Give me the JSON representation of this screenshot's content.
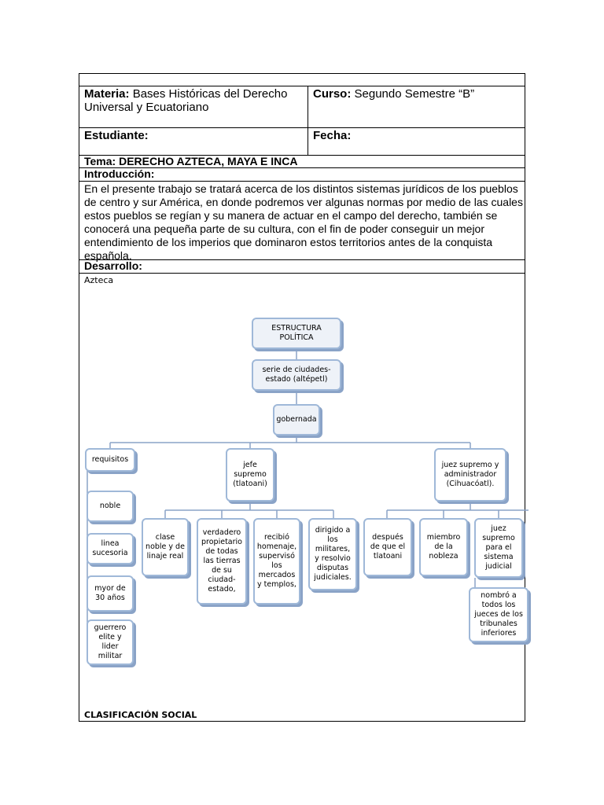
{
  "header": {
    "materia_label": "Materia:",
    "materia_value": " Bases Históricas del Derecho Universal y Ecuatoriano",
    "curso_label": "Curso:",
    "curso_value": " Segundo Semestre “B”",
    "estudiante_label": "Estudiante:",
    "fecha_label": "Fecha:"
  },
  "tema": "Tema: DERECHO AZTECA, MAYA E INCA",
  "introduccion": {
    "heading": "Introducción:",
    "text": "En el presente trabajo se tratará acerca de los distintos sistemas jurídicos de los pueblos de centro y sur América, en donde podremos ver algunas normas por medio de las cuales estos pueblos se regían y su manera de actuar en el campo del derecho, también se conocerá una pequeña parte de su cultura, con el fin de poder conseguir un mejor entendimiento de los imperios que dominaron estos territorios antes de la conquista española."
  },
  "desarrollo": {
    "heading": "Desarrollo:",
    "section_label": "Azteca",
    "footer_label": "CLASIFICACIÓN SOCIAL"
  },
  "diagram": {
    "root": "ESTRUCTURA POLÍTICA",
    "level1": "serie de ciudades-estado (altépetl)",
    "level2": "gobernada",
    "branch_left": "requisitos",
    "branch_center": "jefe supremo (tlatoani)",
    "branch_right": "juez supremo y administrador (Cihuacóatl).",
    "requisitos": [
      "noble",
      "linea sucesoria",
      "myor de 30 años",
      "guerrero elite y lider militar"
    ],
    "jefe_children": [
      "clase noble y de linaje real",
      "verdadero propietario de todas las tierras de su ciudad-estado,",
      "recibió homenaje, supervisó los mercados y templos,",
      "dirigido a los militares, y resolvio disputas judiciales."
    ],
    "juez_children": [
      "después de que el tlatoani",
      "miembro de la nobleza",
      "juez supremo para el sistema judicial"
    ],
    "juez_grandchild": "nombró a todos los jueces de los tribunales inferiores"
  }
}
